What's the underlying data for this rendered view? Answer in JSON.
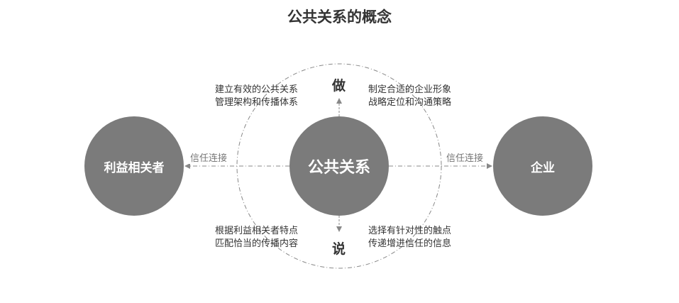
{
  "title": "公共关系的概念",
  "nodes": {
    "left": "利益相关者",
    "center": "公共关系",
    "right": "企业"
  },
  "links": {
    "left": "信任连接",
    "right": "信任连接"
  },
  "actions": {
    "top": "做",
    "bottom": "说"
  },
  "notes": {
    "top_left": [
      "建立有效的公共关系",
      "管理架构和传播体系"
    ],
    "top_right": [
      "制定合适的企业形象",
      "战略定位和沟通策略"
    ],
    "bottom_left": [
      "根据利益相关者特点",
      "匹配恰当的传播内容"
    ],
    "bottom_right": [
      "选择有针对性的触点",
      "传递增进信任的信息"
    ]
  },
  "colors": {
    "circle": "#7b7b7b",
    "line": "#888888",
    "text": "#333333"
  }
}
